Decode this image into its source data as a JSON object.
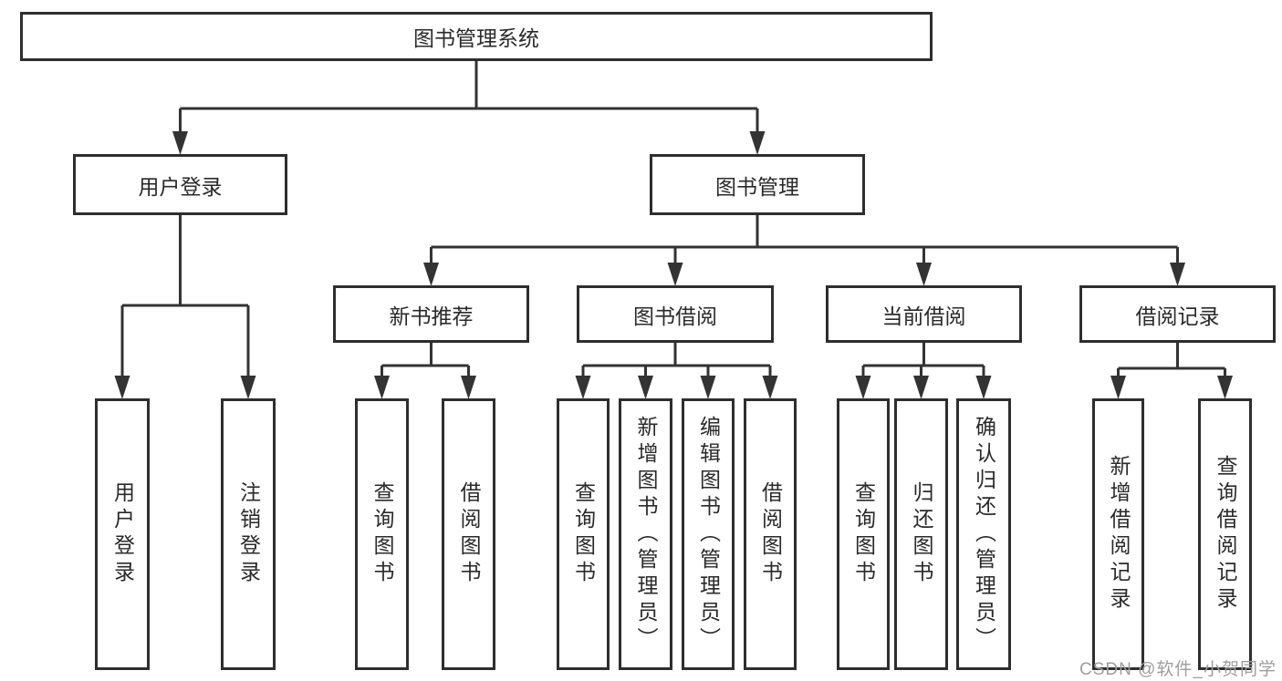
{
  "tree": {
    "root": {
      "label": "图书管理系统"
    },
    "children": [
      {
        "label": "用户登录",
        "children": [
          {
            "label": "用户登录"
          },
          {
            "label": "注销登录"
          }
        ]
      },
      {
        "label": "图书管理",
        "children": [
          {
            "label": "新书推荐",
            "children": [
              {
                "label": "查询图书"
              },
              {
                "label": "借阅图书"
              }
            ]
          },
          {
            "label": "图书借阅",
            "children": [
              {
                "label": "查询图书"
              },
              {
                "label": "新增图书（管理员）"
              },
              {
                "label": "编辑图书（管理员）"
              },
              {
                "label": "借阅图书"
              }
            ]
          },
          {
            "label": "当前借阅",
            "children": [
              {
                "label": "查询图书"
              },
              {
                "label": "归还图书"
              },
              {
                "label": "确认归还（管理员）"
              }
            ]
          },
          {
            "label": "借阅记录",
            "children": [
              {
                "label": "新增借阅记录"
              },
              {
                "label": "查询借阅记录"
              }
            ]
          }
        ]
      }
    ]
  },
  "watermark": "CSDN @软件_小贺同学",
  "colors": {
    "line": "#333333",
    "box_border": "#2e2e2e",
    "text": "#2a2a2a",
    "background": "#ffffff",
    "watermark": "#9e9e9e"
  }
}
